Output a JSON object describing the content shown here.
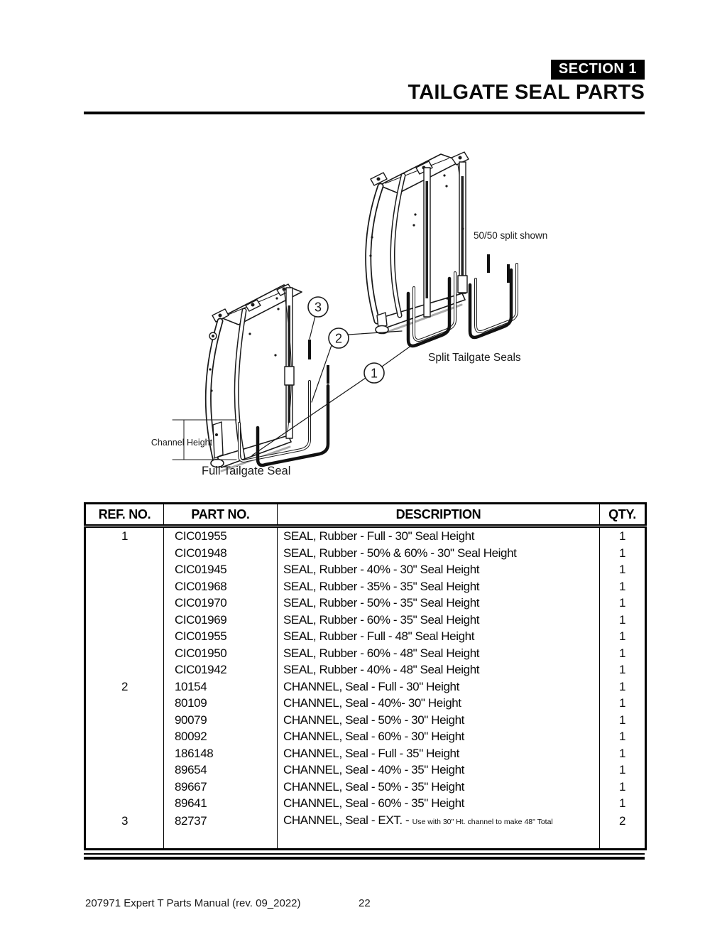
{
  "header": {
    "section_badge": "SECTION 1",
    "title": "TAILGATE SEAL PARTS"
  },
  "figure": {
    "labels": {
      "split_note": "50/50 split shown",
      "split_seals": "Split Tailgate Seals",
      "channel_height": "Channel Height",
      "full_seal": "Full Tailgate Seal"
    },
    "callouts": [
      "1",
      "2",
      "3"
    ]
  },
  "table": {
    "headers": [
      "REF. NO.",
      "PART NO.",
      "DESCRIPTION",
      "QTY."
    ],
    "rows": [
      {
        "ref": "1",
        "part": "CIC01955",
        "desc": "SEAL, Rubber - Full - 30\" Seal Height",
        "qty": "1"
      },
      {
        "ref": "",
        "part": "CIC01948",
        "desc": "SEAL, Rubber - 50% & 60% - 30\" Seal Height",
        "qty": "1"
      },
      {
        "ref": "",
        "part": "CIC01945",
        "desc": "SEAL, Rubber - 40% - 30\" Seal Height",
        "qty": "1"
      },
      {
        "ref": "",
        "part": "CIC01968",
        "desc": "SEAL, Rubber - 35% - 35\" Seal Height",
        "qty": "1"
      },
      {
        "ref": "",
        "part": "CIC01970",
        "desc": "SEAL, Rubber - 50% - 35\" Seal Height",
        "qty": "1"
      },
      {
        "ref": "",
        "part": "CIC01969",
        "desc": "SEAL, Rubber - 60% - 35\" Seal Height",
        "qty": "1"
      },
      {
        "ref": "",
        "part": "CIC01955",
        "desc": "SEAL, Rubber - Full - 48\" Seal Height",
        "qty": "1"
      },
      {
        "ref": "",
        "part": "CIC01950",
        "desc": "SEAL, Rubber - 60% - 48\" Seal Height",
        "qty": "1"
      },
      {
        "ref": "",
        "part": "CIC01942",
        "desc": "SEAL, Rubber - 40% - 48\" Seal Height",
        "qty": "1"
      },
      {
        "ref": "2",
        "part": "10154",
        "desc": "CHANNEL, Seal - Full - 30\" Height",
        "qty": "1"
      },
      {
        "ref": "",
        "part": "80109",
        "desc": "CHANNEL, Seal - 40%- 30\" Height",
        "qty": "1"
      },
      {
        "ref": "",
        "part": "90079",
        "desc": "CHANNEL, Seal - 50% - 30\" Height",
        "qty": "1"
      },
      {
        "ref": "",
        "part": "80092",
        "desc": "CHANNEL, Seal - 60% - 30\" Height",
        "qty": "1"
      },
      {
        "ref": "",
        "part": "186148",
        "desc": "CHANNEL, Seal - Full - 35\" Height",
        "qty": "1"
      },
      {
        "ref": "",
        "part": "89654",
        "desc": "CHANNEL, Seal - 40% - 35\" Height",
        "qty": "1"
      },
      {
        "ref": "",
        "part": "89667",
        "desc": "CHANNEL, Seal - 50% - 35\" Height",
        "qty": "1"
      },
      {
        "ref": "",
        "part": "89641",
        "desc": "CHANNEL, Seal - 60% - 35\" Height",
        "qty": "1"
      },
      {
        "ref": "3",
        "part": "82737",
        "desc": "CHANNEL, Seal - EXT. - ",
        "desc_small": "Use with 30\" Ht. channel to make 48\" Total",
        "qty": "2"
      }
    ]
  },
  "footer": {
    "left": "207971 Expert T Parts Manual (rev. 09_2022)",
    "page_number": "22"
  },
  "colors": {
    "ink": "#000000",
    "paper": "#ffffff",
    "shade": "#aaaaaa"
  }
}
